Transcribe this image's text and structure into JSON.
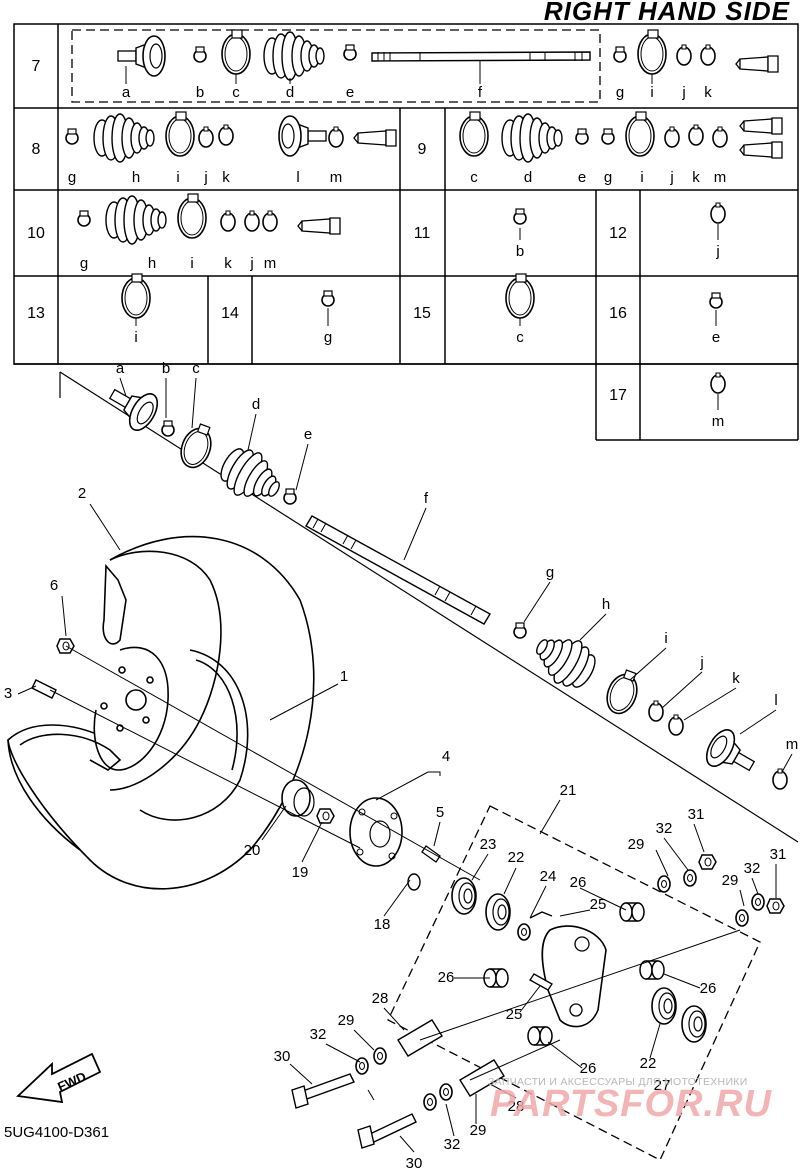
{
  "header": {
    "title": "RIGHT HAND SIDE"
  },
  "table": {
    "sets": [
      {
        "num": "7",
        "letters": [
          "a",
          "b",
          "c",
          "d",
          "e",
          "f",
          "g",
          "i",
          "j",
          "k"
        ]
      },
      {
        "num": "8",
        "letters": [
          "g",
          "h",
          "i",
          "j",
          "k",
          "l",
          "m"
        ]
      },
      {
        "num": "9",
        "letters": [
          "c",
          "d",
          "e",
          "g",
          "i",
          "j",
          "k",
          "m"
        ]
      },
      {
        "num": "10",
        "letters": [
          "g",
          "h",
          "i",
          "k",
          "j",
          "m"
        ]
      },
      {
        "num": "11",
        "letters": [
          "b"
        ]
      },
      {
        "num": "12",
        "letters": [
          "j"
        ]
      },
      {
        "num": "13",
        "letters": [
          "i"
        ]
      },
      {
        "num": "14",
        "letters": [
          "g"
        ]
      },
      {
        "num": "15",
        "letters": [
          "c"
        ]
      },
      {
        "num": "16",
        "letters": [
          "e"
        ]
      },
      {
        "num": "17",
        "letters": [
          "m"
        ]
      }
    ]
  },
  "exploded": {
    "shaft_letters": [
      "a",
      "b",
      "c",
      "d",
      "e",
      "f",
      "g",
      "h",
      "i",
      "j",
      "k",
      "l",
      "m"
    ],
    "part_numbers": [
      "1",
      "2",
      "3",
      "4",
      "5",
      "6",
      "18",
      "19",
      "20",
      "21",
      "22",
      "22",
      "23",
      "24",
      "25",
      "25",
      "26",
      "26",
      "26",
      "26",
      "27",
      "28",
      "28",
      "29",
      "29",
      "29",
      "29",
      "30",
      "30",
      "31",
      "31",
      "32",
      "32",
      "32",
      "32"
    ]
  },
  "footer": {
    "fwd_label": "FWD",
    "diagram_code": "5UG4100-D361"
  },
  "watermark": {
    "tagline": "ЗАПЧАСТИ И АКСЕССУАРЫ ДЛЯ МОТОТЕХНИКИ",
    "brand": "PARTSFOR.RU"
  }
}
